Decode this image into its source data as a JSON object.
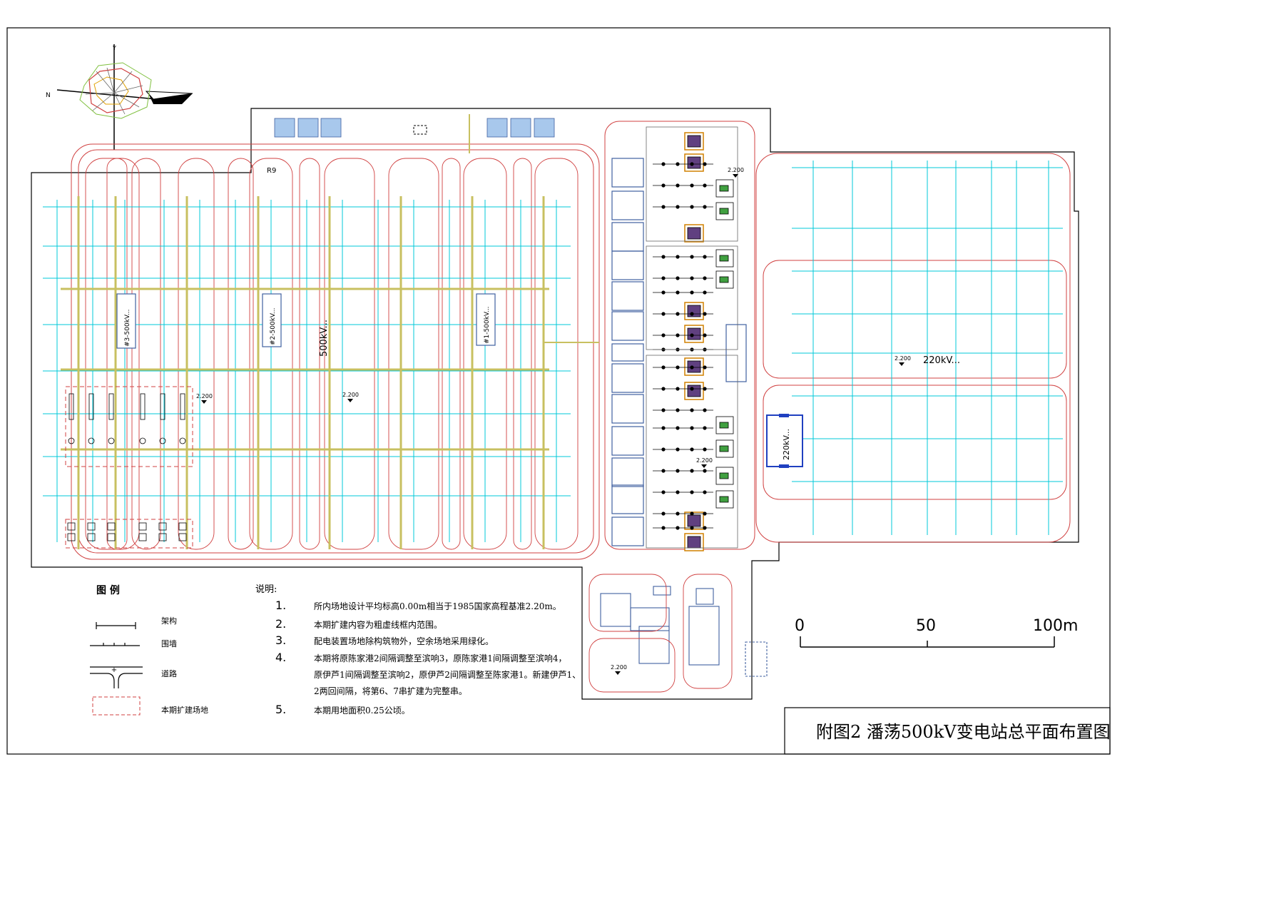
{
  "north_arrow": {
    "y_label": "Y",
    "n_label": "N"
  },
  "labels": {
    "r9": "R9",
    "bay3": "#3-500kV...",
    "bay2": "#2-500kV...",
    "bay1": "#1-500kV...",
    "main_500": "500kV...",
    "ac220": "220kV...",
    "ac220_box": "220kV...",
    "elev_1": "2.200",
    "elev_2": "2.200",
    "elev_3": "2.200",
    "elev_4": "2.200",
    "elev_5": "2.200",
    "elev_6": "2.200"
  },
  "legend": {
    "title": "图 例",
    "items": [
      "架构",
      "围墙",
      "道路",
      "本期扩建场地"
    ]
  },
  "notes": {
    "heading": "说明:",
    "items": [
      {
        "num": "1.",
        "text": "所内场地设计平均标高0.00m相当于1985国家高程基准2.20m。"
      },
      {
        "num": "2.",
        "text": "本期扩建内容为粗虚线框内范围。"
      },
      {
        "num": "3.",
        "text": "配电装置场地除构筑物外，空余场地采用绿化。"
      },
      {
        "num": "4.",
        "text": "本期将原陈家港2间隔调整至滨响3，原陈家港1间隔调整至滨响4，"
      },
      {
        "num": "",
        "text": "原伊芦1间隔调整至滨响2，原伊芦2间隔调整至陈家港1。新建伊芦1、"
      },
      {
        "num": "",
        "text": "2两回间隔，将第6、7串扩建为完整串。"
      },
      {
        "num": "5.",
        "text": "本期用地面积0.25公顷。"
      }
    ]
  },
  "scale_bar": {
    "ticks": [
      "0",
      "50",
      "100m"
    ]
  },
  "title_block": {
    "title": "附图2  潘荡500kV变电站总平面布置图"
  }
}
